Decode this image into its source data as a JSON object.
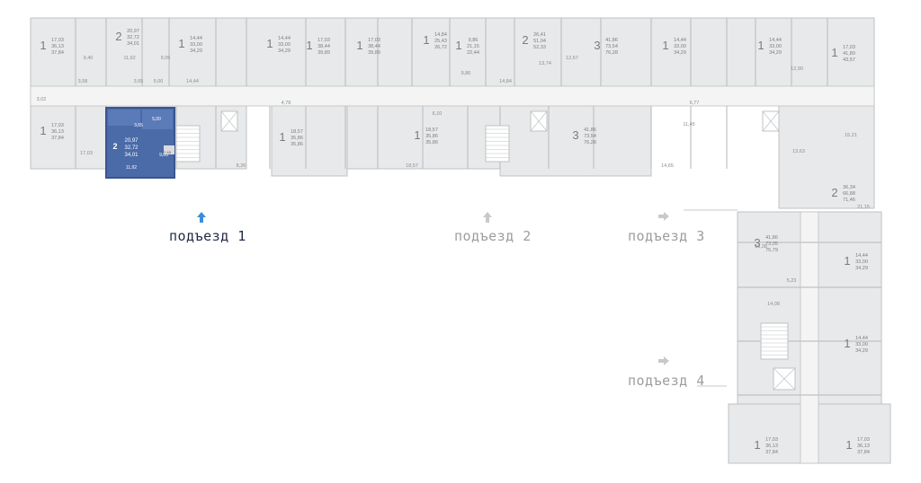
{
  "entrances": [
    {
      "label": "подъезд 1",
      "active": true
    },
    {
      "label": "подъезд 2",
      "active": false
    },
    {
      "label": "подъезд 3",
      "active": false
    },
    {
      "label": "подъезд 4",
      "active": false
    }
  ],
  "colors": {
    "apartment": "#e8e9ea",
    "apartment_dark": "#dcdddf",
    "wall": "#bfc1c3",
    "highlight": "#4a6aa8",
    "highlight_dark": "#3a5590",
    "corridor": "#f4f4f4",
    "active_arrow": "#3a8fd8",
    "inactive_arrow": "#c8c9cb"
  },
  "selected_apartment": {
    "rooms": "2",
    "areas": [
      "20,97",
      "32,72",
      "34,01"
    ],
    "rooms_area": [
      "3,65",
      "5,00",
      "9,05",
      "11,92",
      "2,48"
    ]
  },
  "apartments": [
    {
      "id": "a1",
      "rooms": "1",
      "areas": [
        "17,03",
        "36,13",
        "37,84"
      ]
    },
    {
      "id": "a2",
      "rooms": "2",
      "areas": [
        "20,97",
        "32,72",
        "34,01"
      ]
    },
    {
      "id": "a3",
      "rooms": "1",
      "areas": [
        "14,44",
        "33,00",
        "34,29"
      ]
    },
    {
      "id": "a4",
      "rooms": "1",
      "areas": [
        "14,44",
        "33,00",
        "34,29"
      ]
    },
    {
      "id": "a5",
      "rooms": "1",
      "areas": [
        "17,03",
        "38,44",
        "39,89"
      ]
    },
    {
      "id": "a6",
      "rooms": "1",
      "areas": [
        "17,03",
        "38,44",
        "39,89"
      ]
    },
    {
      "id": "a7",
      "rooms": "1",
      "areas": [
        "14,84",
        "25,43",
        "26,72"
      ]
    },
    {
      "id": "a8",
      "rooms": "1",
      "areas": [
        "9,86",
        "21,15",
        "22,44"
      ]
    },
    {
      "id": "a9",
      "rooms": "2",
      "areas": [
        "26,41",
        "51,04",
        "52,33"
      ]
    },
    {
      "id": "a10",
      "rooms": "3",
      "areas": [
        "41,86",
        "73,54",
        "76,28"
      ]
    },
    {
      "id": "a11",
      "rooms": "1",
      "areas": [
        "14,44",
        "33,00",
        "34,29"
      ]
    },
    {
      "id": "a12",
      "rooms": "1",
      "areas": [
        "14,44",
        "33,00",
        "34,29"
      ]
    },
    {
      "id": "a13",
      "rooms": "1",
      "areas": [
        "17,03",
        "41,80",
        "43,57"
      ]
    },
    {
      "id": "a14",
      "rooms": "1",
      "areas": [
        "17,03",
        "36,13",
        "37,84"
      ]
    },
    {
      "id": "a15",
      "rooms": "1",
      "areas": [
        "18,57",
        "35,86",
        "35,86"
      ]
    },
    {
      "id": "a16",
      "rooms": "1",
      "areas": [
        "18,57",
        "35,86",
        "35,86"
      ]
    },
    {
      "id": "a17",
      "rooms": "3",
      "areas": [
        "41,86",
        "73,54",
        "76,28"
      ]
    },
    {
      "id": "a18",
      "rooms": "2",
      "areas": [
        "36,34",
        "66,88",
        "71,46"
      ]
    },
    {
      "id": "a19",
      "rooms": "3",
      "areas": [
        "41,86",
        "73,05",
        "75,79"
      ]
    },
    {
      "id": "a20",
      "rooms": "1",
      "areas": [
        "14,44",
        "33,00",
        "34,29"
      ]
    },
    {
      "id": "a21",
      "rooms": "1",
      "areas": [
        "14,44",
        "33,00",
        "34,29"
      ]
    },
    {
      "id": "a22",
      "rooms": "1",
      "areas": [
        "17,03",
        "36,13",
        "37,84"
      ]
    },
    {
      "id": "a23",
      "rooms": "1",
      "areas": [
        "17,03",
        "36,13",
        "37,84"
      ]
    }
  ],
  "room_labels": [
    "9,40",
    "3,58",
    "17,03",
    "3,02",
    "11,92",
    "9,05",
    "5,00",
    "3,65",
    "14,44",
    "9,86",
    "13,74",
    "12,67",
    "14,84",
    "4,78",
    "6,10",
    "15,21",
    "13,63",
    "21,15",
    "14,65",
    "13,38",
    "8,26",
    "18,57",
    "11,45",
    "6,77",
    "5,23",
    "14,08",
    "12,90"
  ]
}
